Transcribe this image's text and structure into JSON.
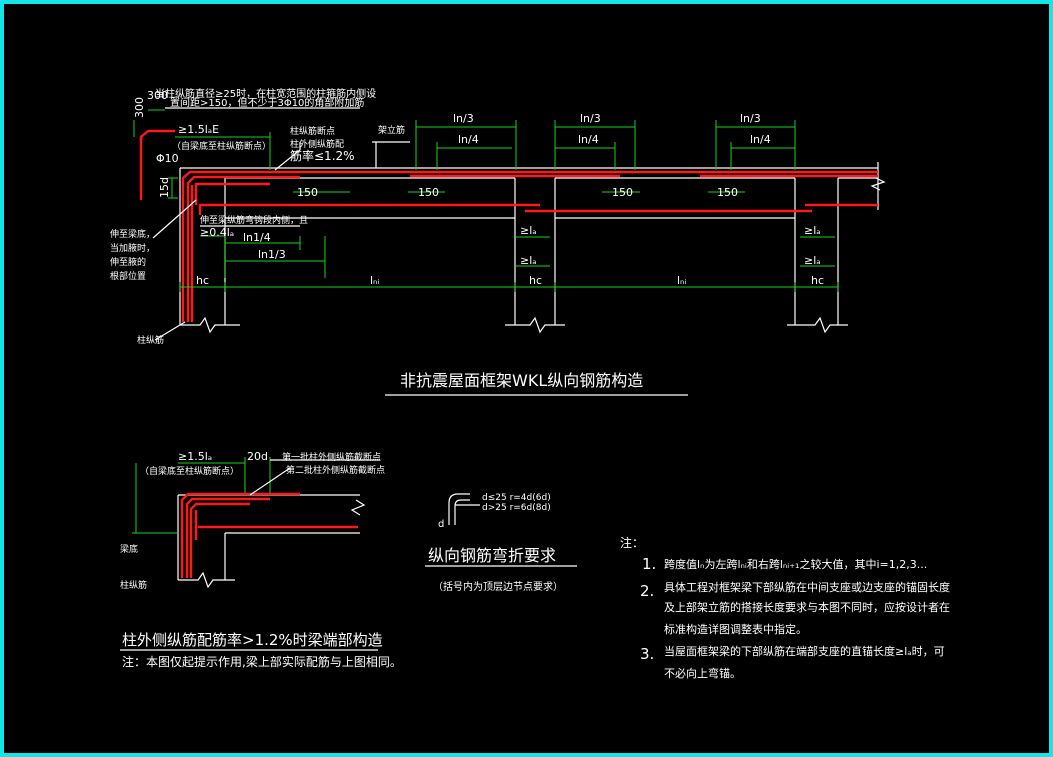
{
  "title_main": "非抗震屋面框架WKL纵向钢筋构造",
  "title_detail": "柱外侧纵筋配筋率>1.2%时梁端部构造",
  "title_detail_note": "注：本图仅起提示作用,梁上部实际配筋与上图相同。",
  "title_bend": "纵向钢筋弯折要求",
  "title_bend_sub": "（括号内为顶层边节点要求）",
  "top_note_line1": "当柱纵筋直径≥25时，在柱宽范围的柱箍筋内侧设",
  "top_note_line2": "置间距>150，但不少于3Φ10的角部附加筋",
  "dim_300_h": "300",
  "dim_300_v": "300",
  "dim_15la": "≥1.5lₐE",
  "dim_15la_sub": "（自梁底至柱纵筋断点）",
  "label_phi10": "Φ10",
  "label_15d": "15d",
  "label_col_cut1": "柱纵筋断点",
  "label_col_cut2": "柱外侧纵筋配",
  "label_col_cut3": "筋率≤1.2%",
  "label_frame_bar": "架立筋",
  "label_bend_line": "伸至梁纵筋弯钩段内侧，且",
  "label_04la": "≥0.4lₐ",
  "label_ln1_4": "ln1/4",
  "label_ln1_3": "ln1/3",
  "label_ln3": "ln/3",
  "label_ln4": "ln/4",
  "label_150": "150",
  "label_la": "≥lₐ",
  "label_hc": "hc",
  "label_lni": "lₙᵢ",
  "label_left1": "伸至梁底，",
  "label_left2": "当加腋时，",
  "label_left3": "伸至腋的",
  "label_left4": "根部位置",
  "label_col_bar": "柱纵筋",
  "detail_15la": "≥1.5lₐ",
  "detail_20d": "20d",
  "detail_sub": "（自梁底至柱纵筋断点）",
  "detail_cut1": "第一批柱外侧纵筋截断点",
  "detail_cut2": "第二批柱外侧纵筋截断点",
  "detail_beam_bottom": "梁底",
  "detail_col_bar": "柱纵筋",
  "bend_d": "d",
  "bend_r1": "d≤25  r=4d(6d)",
  "bend_r2": "d>25  r=6d(8d)",
  "notes_title": "注：",
  "notes": [
    {
      "n": "1.",
      "text": "跨度值lₙ为左跨lₙᵢ和右跨lₙᵢ₊₁之较大值，其中i=1,2,3..."
    },
    {
      "n": "2.",
      "text": "具体工程对框架梁下部纵筋在中间支座或边支座的锚固长度"
    },
    {
      "n": "",
      "text": "及上部架立筋的搭接长度要求与本图不同时，应按设计者在"
    },
    {
      "n": "",
      "text": "标准构造详图调整表中指定。"
    },
    {
      "n": "3.",
      "text": "当屋面框架梁的下部纵筋在端部支座的直锚长度≥lₐ时，可"
    },
    {
      "n": "",
      "text": "不必向上弯锚。"
    }
  ],
  "colors": {
    "frame": "#12e6e6",
    "rebar": "#ff1818",
    "dimension": "#19d419",
    "line": "#ffffff",
    "background": "#000000"
  }
}
